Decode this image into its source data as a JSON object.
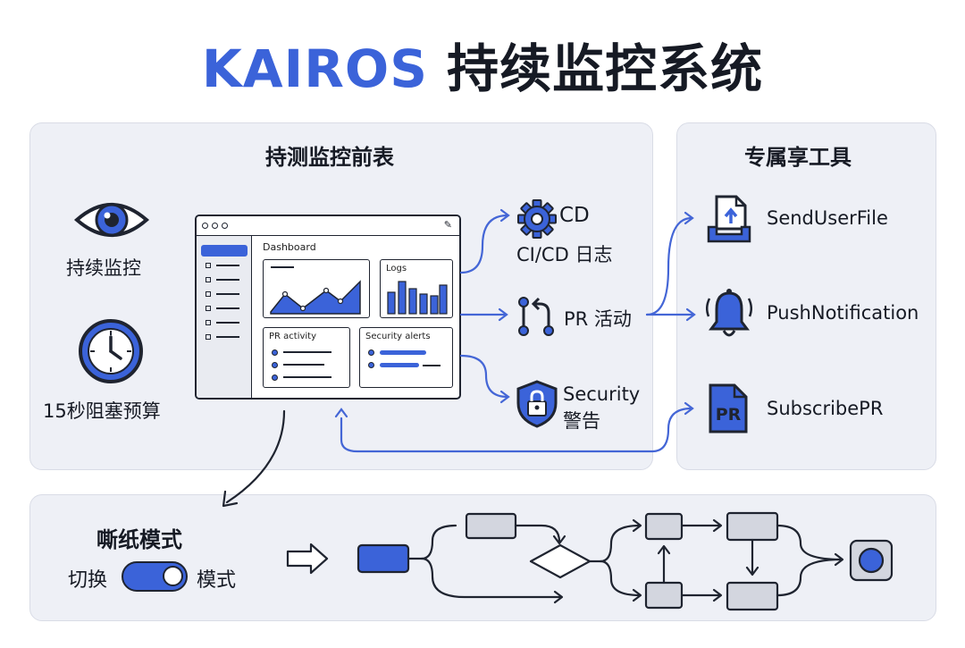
{
  "title": {
    "brand": "KAIROS",
    "rest": " 持续监控系统"
  },
  "monitor_panel": {
    "heading": "持测监控前表",
    "features": [
      {
        "icon": "eye-icon",
        "label": "持续监控"
      },
      {
        "icon": "clock-icon",
        "label": "15秒阻塞预算"
      }
    ],
    "dashboard": {
      "title": "Dashboard",
      "logs_label": "Logs",
      "pr_label": "PR activity",
      "security_label": "Security alerts"
    },
    "streams": [
      {
        "icon": "gear-icon",
        "title": "CD",
        "label": "CI/CD 日志"
      },
      {
        "icon": "merge-icon",
        "label": "PR 活动"
      },
      {
        "icon": "shield-lock-icon",
        "label_line1": "Security",
        "label_line2": "警告"
      }
    ]
  },
  "tools_panel": {
    "heading": "专属享工具",
    "tools": [
      {
        "icon": "file-upload-icon",
        "label": "SendUserFile"
      },
      {
        "icon": "bell-icon",
        "label": "PushNotification"
      },
      {
        "icon": "pr-file-icon",
        "glyph": "PR",
        "label": "SubscribePR"
      }
    ]
  },
  "flow_panel": {
    "heading": "嘶纸模式",
    "toggle_prefix": "切换",
    "toggle_suffix": "模式"
  },
  "colors": {
    "accent": "#3b63d9",
    "panel": "#eef0f6",
    "node": "#d3d6df",
    "line": "#1f2430"
  }
}
